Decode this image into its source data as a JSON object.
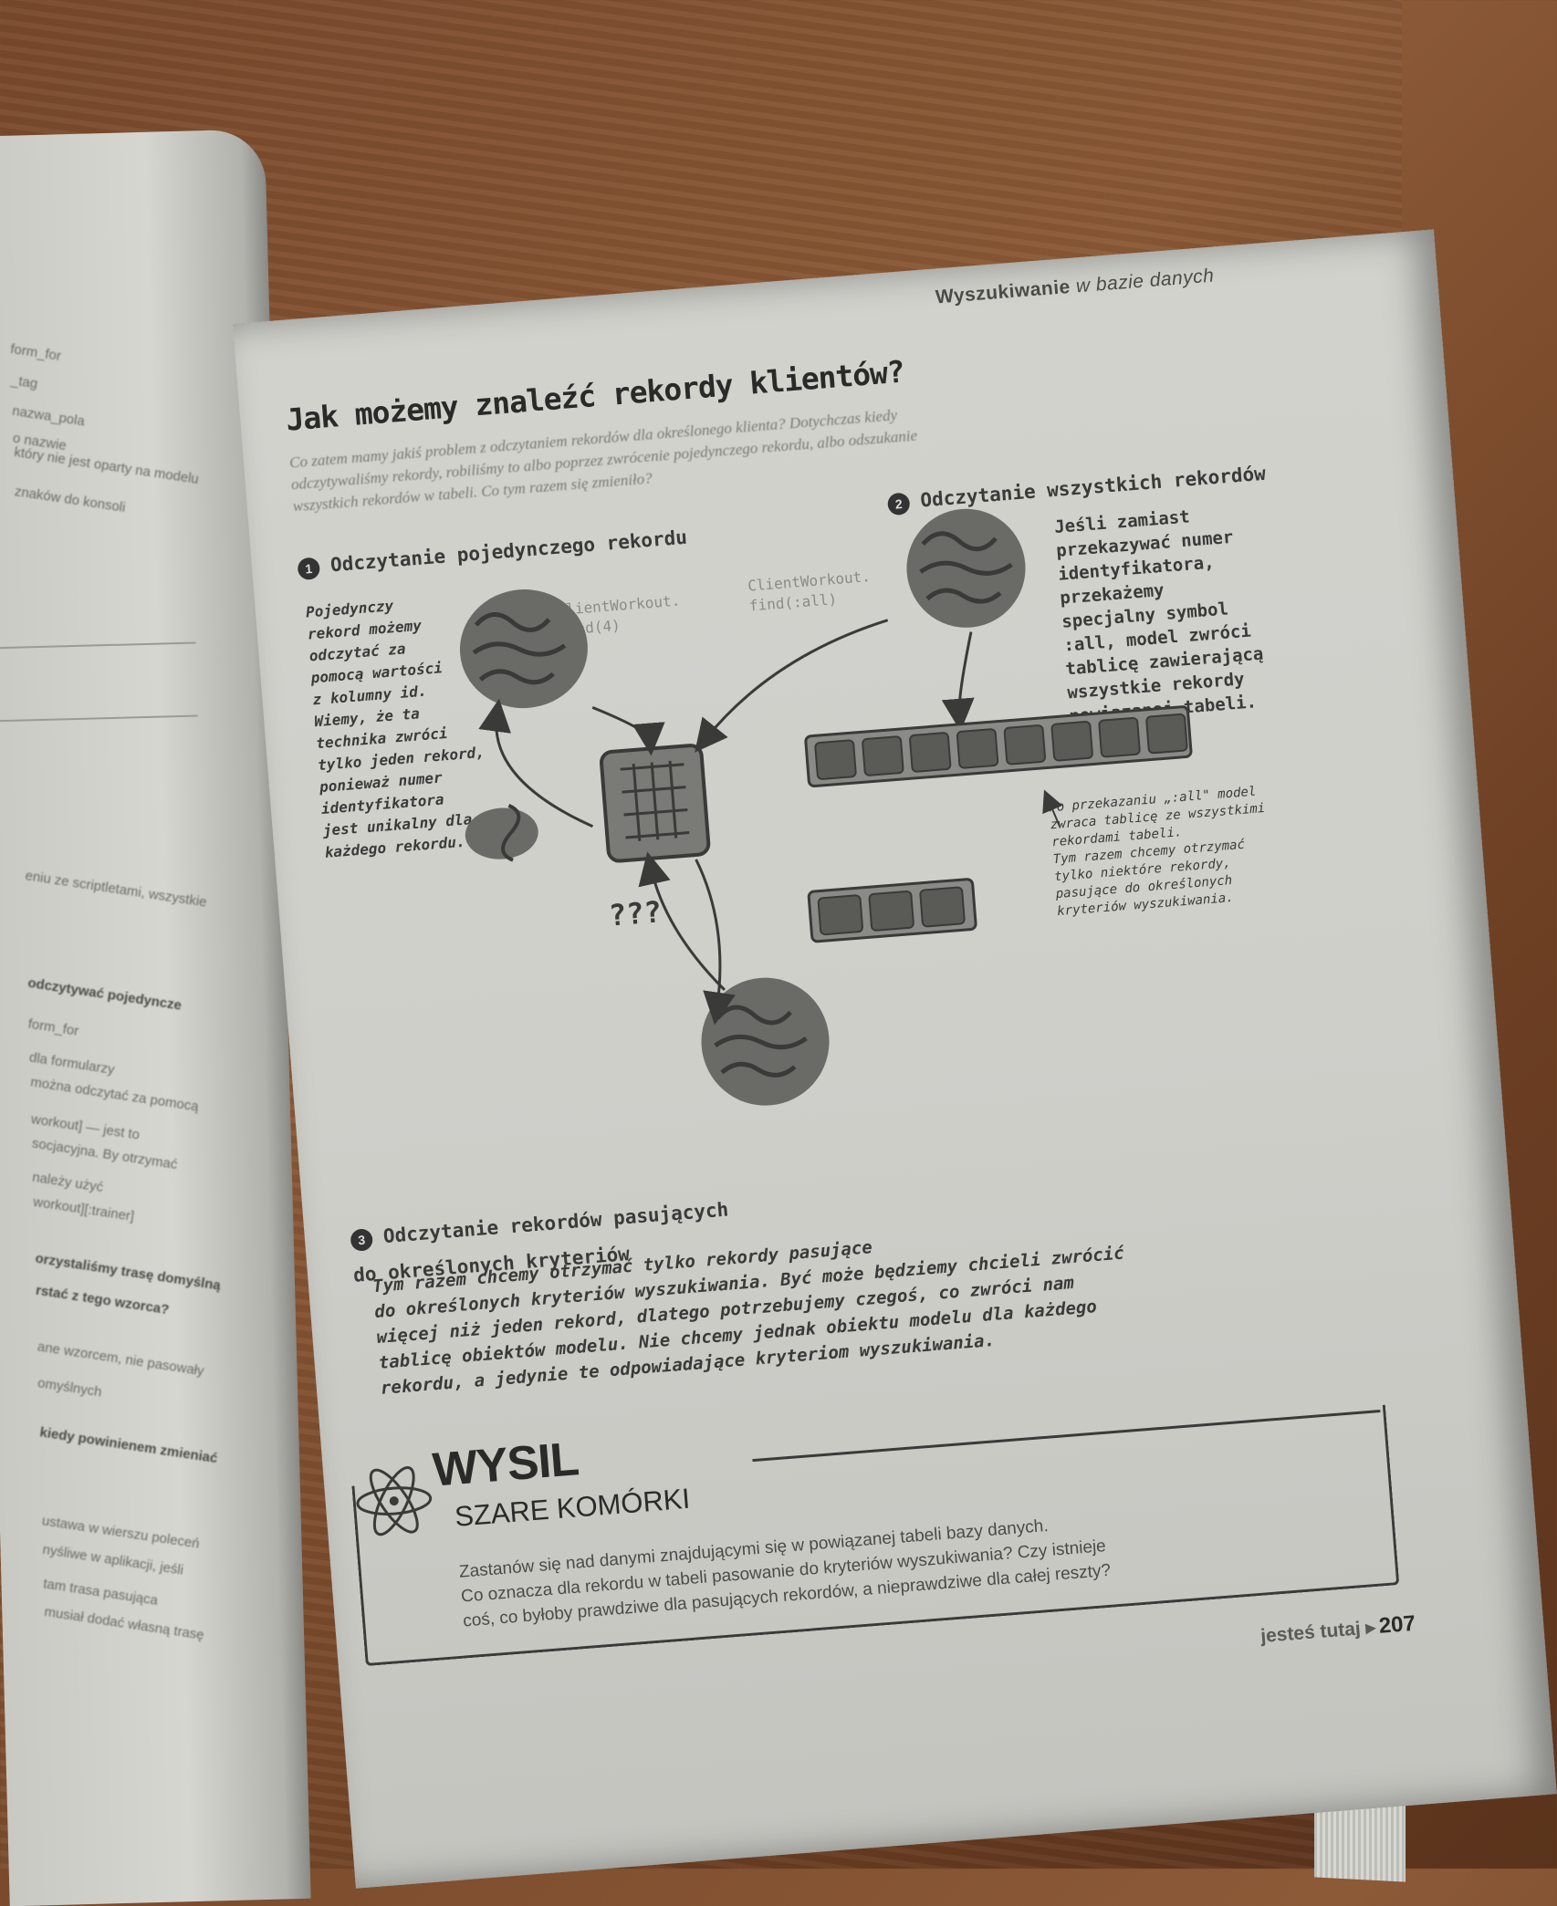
{
  "running_head": {
    "title": "Wyszukiwanie",
    "rest": "w bazie danych"
  },
  "page_title": "Jak możemy znaleźć rekordy klientów?",
  "intro": "Co zatem mamy jakiś problem z odczytaniem rekordów dla określonego klienta? Dotychczas kiedy odczytywaliśmy rekordy, robiliśmy to albo poprzez zwrócenie pojedynczego rekordu, albo odszukanie wszystkich rekordów w tabeli. Co tym razem się zmieniło?",
  "sections": [
    {
      "num": "1",
      "title": "Odczytanie pojedynczego rekordu"
    },
    {
      "num": "2",
      "title": "Odczytanie wszystkich rekordów"
    },
    {
      "num": "3",
      "title": "Odczytanie rekordów pasujących\ndo określonych kryteriów"
    }
  ],
  "notes": {
    "single": "Pojedynczy\nrekord możemy\nodczytać za\npomocą wartości\nz kolumny id.\nWiemy, że ta\ntechnika zwróci\ntylko jeden rekord,\nponieważ numer\nidentyfikatora\njest unikalny dla\nkażdego rekordu.",
    "all": "Jeśli zamiast\nprzekazywać numer\nidentyfikatora,\nprzekażemy\nspecjalny symbol\n:all, model zwróci\ntablicę zawierającą\nwszystkie rekordy\npowiązanej tabeli.",
    "after_all": "Po przekazaniu „:all\" model\nzwraca tablicę ze wszystkimi\nrekordami tabeli.\nTym razem chcemy otrzymać\ntylko niektóre rekordy,\npasujące do określonych\nkryteriów wyszukiwania.",
    "criteria": "Tym razem chcemy otrzymać tylko rekordy pasujące\ndo określonych kryteriów wyszukiwania. Być może będziemy chcieli zwrócić\nwięcej niż jeden rekord, dlatego potrzebujemy czegoś, co zwróci nam\ntablicę obiektów modelu. Nie chcemy jednak obiektu modelu dla każdego\nrekordu, a jedynie te odpowiadające kryteriom wyszukiwania."
  },
  "code": {
    "find_one": "ClientWorkout.\nfind(4)",
    "find_all": "ClientWorkout.\nfind(:all)"
  },
  "question_marks": "???",
  "wysil": {
    "title": "WYSIL",
    "subtitle": "SZARE KOMÓRKI",
    "body": "Zastanów się nad danymi znajdującymi się w powiązanej tabeli bazy danych.\nCo oznacza dla rekordu w tabeli pasowanie do kryteriów wyszukiwania? Czy istnieje\ncoś, co byłoby prawdziwe dla pasujących rekordów, a nieprawdziwe dla całej reszty?"
  },
  "footer": {
    "label": "jesteś tutaj ▸",
    "page": "207"
  },
  "left_page": {
    "lines": [
      {
        "text": "form_for",
        "bold": false
      },
      {
        "text": "_tag",
        "bold": false
      },
      {
        "text": "nazwa_pola",
        "bold": false
      },
      {
        "text": "o nazwie",
        "bold": false
      },
      {
        "text": "który nie jest oparty na modelu",
        "bold": false
      },
      {
        "text": "znaków do konsoli",
        "bold": false
      },
      {
        "text": "eniu ze scriptletami, wszystkie",
        "bold": false
      },
      {
        "text": "odczytywać pojedyncze",
        "bold": true
      },
      {
        "text": "form_for",
        "bold": false
      },
      {
        "text": "dla formularzy",
        "bold": false
      },
      {
        "text": "można odczytać za pomocą",
        "bold": false
      },
      {
        "text": "workout] — jest to",
        "bold": false
      },
      {
        "text": "socjacyjna. By otrzymać",
        "bold": false
      },
      {
        "text": "należy użyć",
        "bold": false
      },
      {
        "text": "workout][:trainer]",
        "bold": false
      },
      {
        "text": "orzystaliśmy trasę domyślną",
        "bold": true
      },
      {
        "text": "rstać z tego wzorca?",
        "bold": true
      },
      {
        "text": "ane wzorcem, nie pasowały",
        "bold": false
      },
      {
        "text": "omyślnych",
        "bold": false
      },
      {
        "text": "kiedy powinienem zmieniać",
        "bold": true
      },
      {
        "text": "ustawa w wierszu poleceń",
        "bold": false
      },
      {
        "text": "nyśliwe w aplikacji, jeśli",
        "bold": false
      },
      {
        "text": "tam trasa pasująca",
        "bold": false
      },
      {
        "text": "musiał dodać własną trasę",
        "bold": false
      }
    ]
  }
}
